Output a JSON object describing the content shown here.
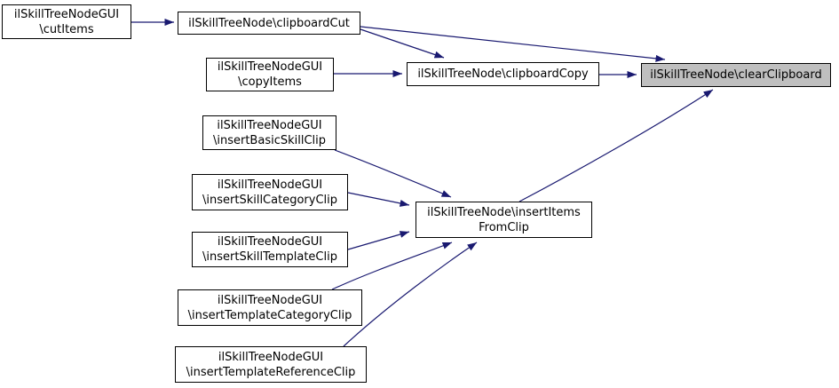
{
  "diagram": {
    "kind": "call-graph",
    "colors": {
      "background": "#ffffff",
      "edge": "#191970",
      "node_border": "#000000",
      "node_fill": "#ffffff",
      "highlight_fill": "#bfbfbf",
      "text": "#000000"
    },
    "nodes": [
      {
        "id": "cutItems",
        "lines": [
          "ilSkillTreeNodeGUI",
          "\\cutItems"
        ],
        "highlighted": false
      },
      {
        "id": "clipboardCut",
        "lines": [
          "ilSkillTreeNode\\clipboardCut"
        ],
        "highlighted": false
      },
      {
        "id": "copyItems",
        "lines": [
          "ilSkillTreeNodeGUI",
          "\\copyItems"
        ],
        "highlighted": false
      },
      {
        "id": "clipboardCopy",
        "lines": [
          "ilSkillTreeNode\\clipboardCopy"
        ],
        "highlighted": false
      },
      {
        "id": "clearClipboard",
        "lines": [
          "ilSkillTreeNode\\clearClipboard"
        ],
        "highlighted": true
      },
      {
        "id": "insertBasicSkillClip",
        "lines": [
          "ilSkillTreeNodeGUI",
          "\\insertBasicSkillClip"
        ],
        "highlighted": false
      },
      {
        "id": "insertSkillCategoryClip",
        "lines": [
          "ilSkillTreeNodeGUI",
          "\\insertSkillCategoryClip"
        ],
        "highlighted": false
      },
      {
        "id": "insertSkillTemplateClip",
        "lines": [
          "ilSkillTreeNodeGUI",
          "\\insertSkillTemplateClip"
        ],
        "highlighted": false
      },
      {
        "id": "insertItemsFromClip",
        "lines": [
          "ilSkillTreeNode\\insertItems",
          "FromClip"
        ],
        "highlighted": false
      },
      {
        "id": "insertTemplateCategoryClip",
        "lines": [
          "ilSkillTreeNodeGUI",
          "\\insertTemplateCategoryClip"
        ],
        "highlighted": false
      },
      {
        "id": "insertTemplateReferenceClip",
        "lines": [
          "ilSkillTreeNodeGUI",
          "\\insertTemplateReferenceClip"
        ],
        "highlighted": false
      }
    ],
    "edges": [
      {
        "from": "cutItems",
        "to": "clipboardCut"
      },
      {
        "from": "clipboardCut",
        "to": "clipboardCopy"
      },
      {
        "from": "clipboardCut",
        "to": "clearClipboard"
      },
      {
        "from": "copyItems",
        "to": "clipboardCopy"
      },
      {
        "from": "clipboardCopy",
        "to": "clearClipboard"
      },
      {
        "from": "insertItemsFromClip",
        "to": "clearClipboard"
      },
      {
        "from": "insertBasicSkillClip",
        "to": "insertItemsFromClip"
      },
      {
        "from": "insertSkillCategoryClip",
        "to": "insertItemsFromClip"
      },
      {
        "from": "insertSkillTemplateClip",
        "to": "insertItemsFromClip"
      },
      {
        "from": "insertTemplateCategoryClip",
        "to": "insertItemsFromClip"
      },
      {
        "from": "insertTemplateReferenceClip",
        "to": "insertItemsFromClip"
      }
    ]
  }
}
